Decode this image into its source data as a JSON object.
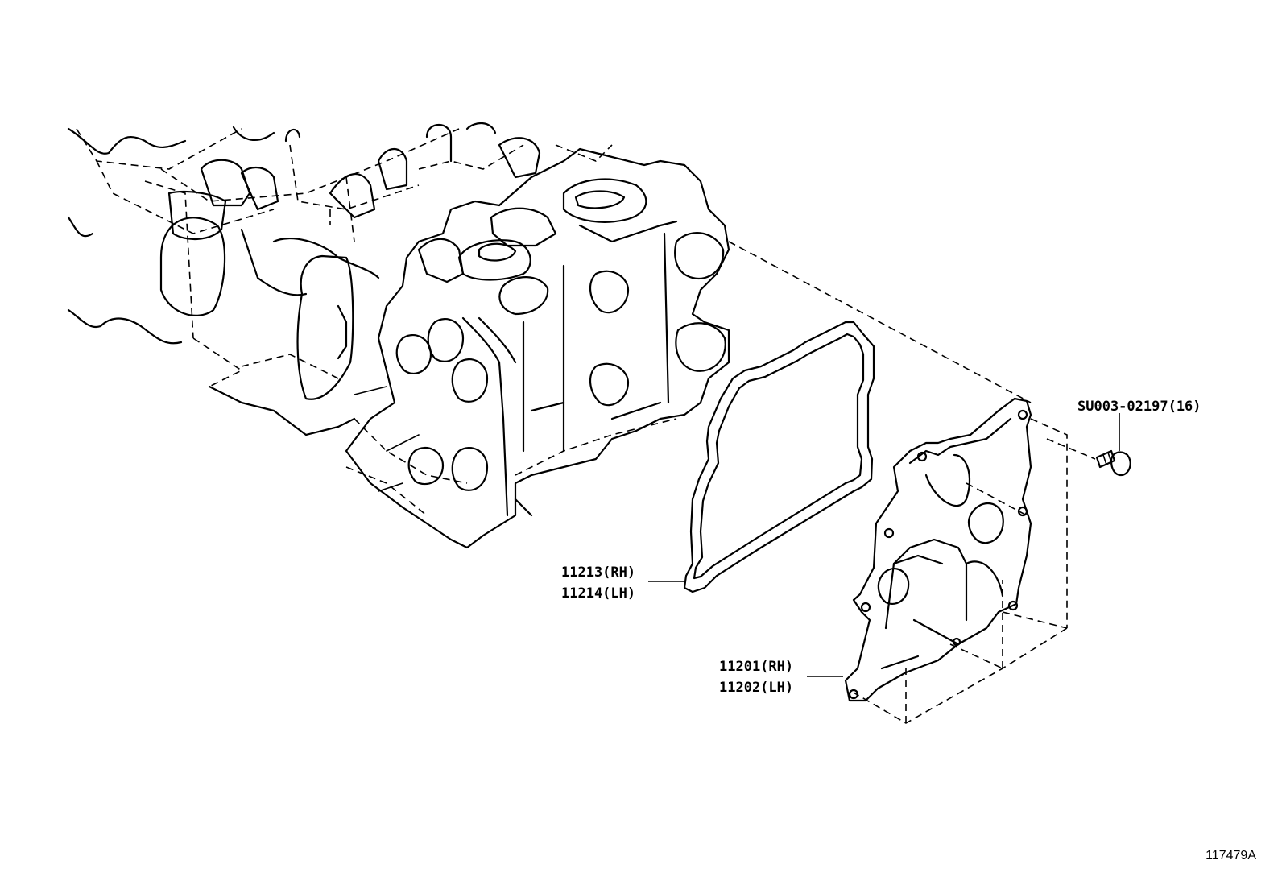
{
  "callouts": {
    "gasket": {
      "rh": "11213(RH)",
      "lh": "11214(LH)"
    },
    "cover": {
      "rh": "11201(RH)",
      "lh": "11202(LH)"
    },
    "bolt": {
      "code": "SU003-02197(16)"
    }
  },
  "figure_code": "117479A"
}
